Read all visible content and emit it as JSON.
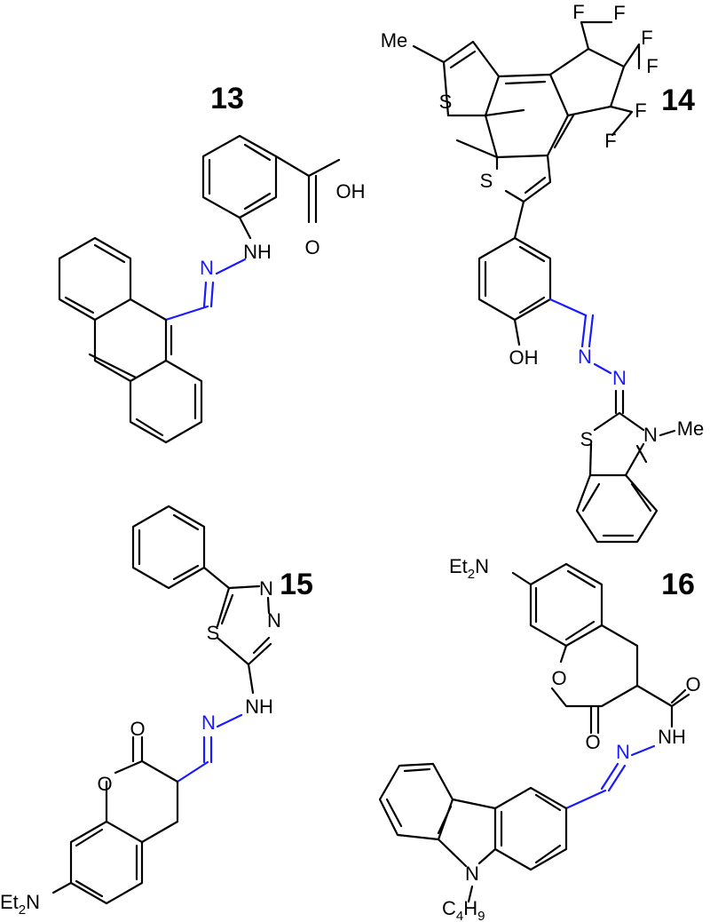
{
  "compounds": [
    {
      "number": "13"
    },
    {
      "number": "14"
    },
    {
      "number": "15"
    },
    {
      "number": "16"
    }
  ],
  "labels": {
    "c13": {
      "oh": "OH",
      "o": "O",
      "nh": "NH",
      "n": "N"
    },
    "c14": {
      "me1": "Me",
      "s1": "S",
      "s2": "S",
      "f1": "F",
      "f2": "F",
      "f3": "F",
      "f4": "F",
      "f5": "F",
      "f6": "F",
      "oh": "OH",
      "n1": "N",
      "n2": "N",
      "s3": "S",
      "n3": "N",
      "me2": "Me"
    },
    "c15": {
      "n1": "N",
      "n2": "N",
      "s": "S",
      "nh": "NH",
      "n": "N",
      "o1": "O",
      "o2": "O",
      "et": "Et",
      "et_sub": "2",
      "et_n": "N"
    },
    "c16": {
      "et": "Et",
      "et_sub": "2",
      "et_n": "N",
      "o1": "O",
      "o2": "O",
      "o3": "O",
      "nh": "NH",
      "n": "N",
      "n_carb": "N",
      "c": "C",
      "c_sub": "4",
      "h": "H",
      "h_sub": "9"
    }
  },
  "colors": {
    "bond": "#000000",
    "hydrazone": "#1a1aff"
  }
}
